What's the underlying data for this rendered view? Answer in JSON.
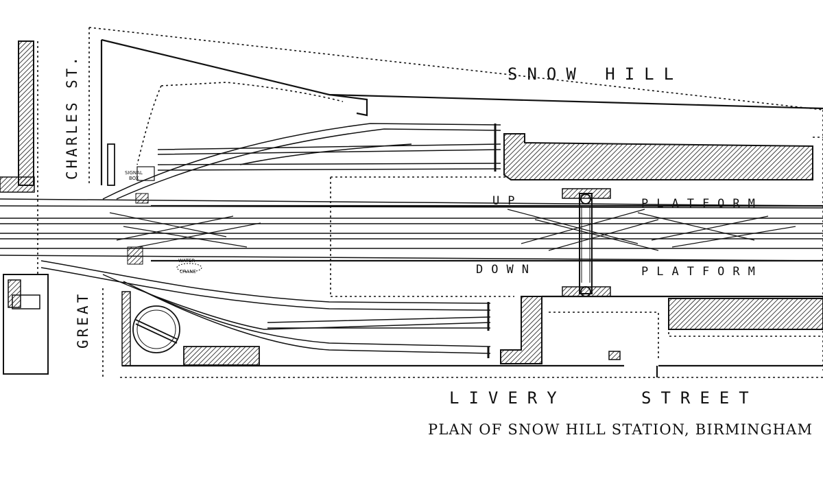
{
  "labels": {
    "snow_hill": "SNOW HILL",
    "charles_st": "CHARLES ST.",
    "great": "GREAT",
    "livery": "LIVERY",
    "street": "STREET",
    "up": "UP",
    "down": "DOWN",
    "platform": "PLATFORM",
    "signal_box": [
      "SIGNAL",
      "BOX"
    ],
    "water_crane": [
      "WATER",
      "CRANE"
    ]
  },
  "caption": "PLAN OF SNOW HILL STATION, BIRMINGHAM",
  "colors": {
    "ink": "#111111",
    "paper": "#ffffff"
  }
}
